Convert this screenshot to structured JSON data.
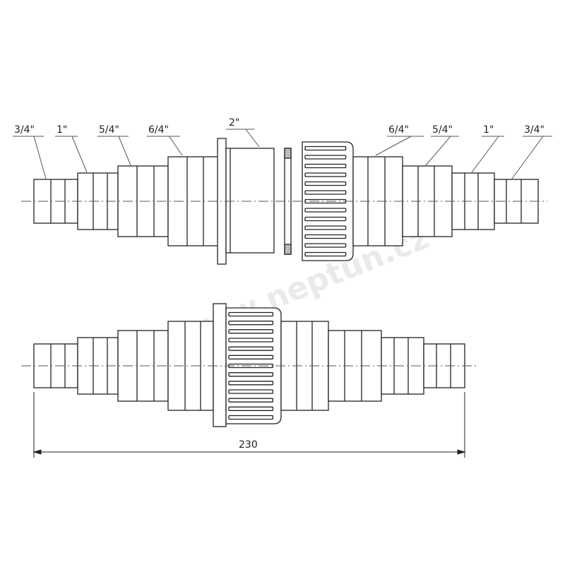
{
  "drawing": {
    "watermark": "www.neptun.cz",
    "top_assembly": {
      "labels_left": [
        "3/4\"",
        "1\"",
        "5/4\"",
        "6/4\""
      ],
      "label_center": "2\"",
      "labels_right": [
        "6/4\"",
        "5/4\"",
        "1\"",
        "3/4\""
      ]
    },
    "dimension": {
      "value": "230"
    },
    "colors": {
      "line": "#222222",
      "centerline": "#555555",
      "background": "#ffffff"
    }
  }
}
